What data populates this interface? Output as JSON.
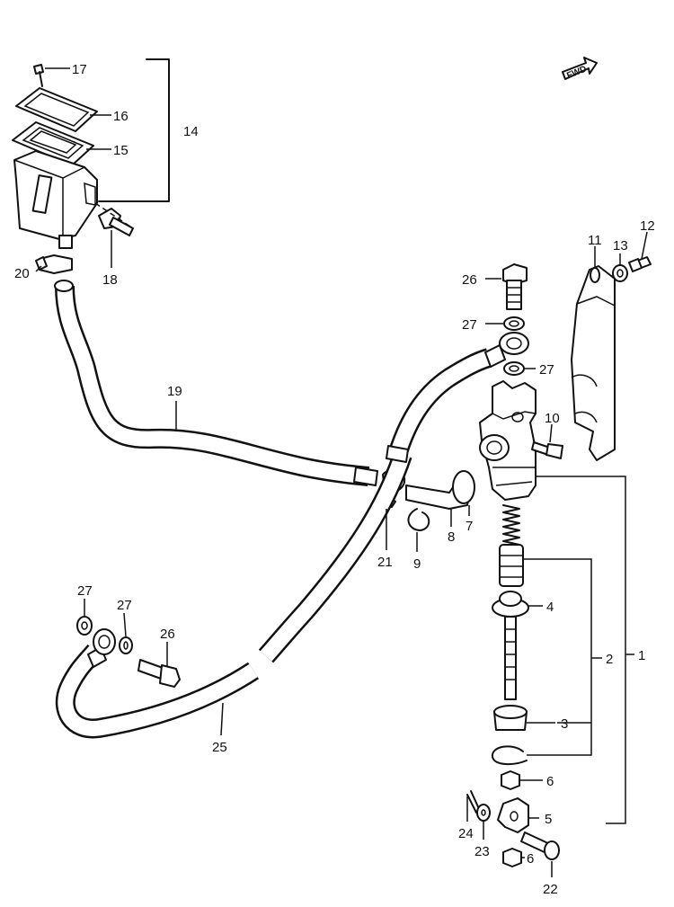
{
  "fwd_label": "FWD",
  "callouts": {
    "c1": "1",
    "c2": "2",
    "c3": "3",
    "c4": "4",
    "c5": "5",
    "c6a": "6",
    "c6b": "6",
    "c7": "7",
    "c8": "8",
    "c9": "9",
    "c10": "10",
    "c11": "11",
    "c12": "12",
    "c13": "13",
    "c14": "14",
    "c15": "15",
    "c16": "16",
    "c17": "17",
    "c18": "18",
    "c19": "19",
    "c20": "20",
    "c21": "21",
    "c22": "22",
    "c23": "23",
    "c24": "24",
    "c25": "25",
    "c26a": "26",
    "c26b": "26",
    "c27a": "27",
    "c27b": "27",
    "c27c": "27",
    "c27d": "27"
  }
}
